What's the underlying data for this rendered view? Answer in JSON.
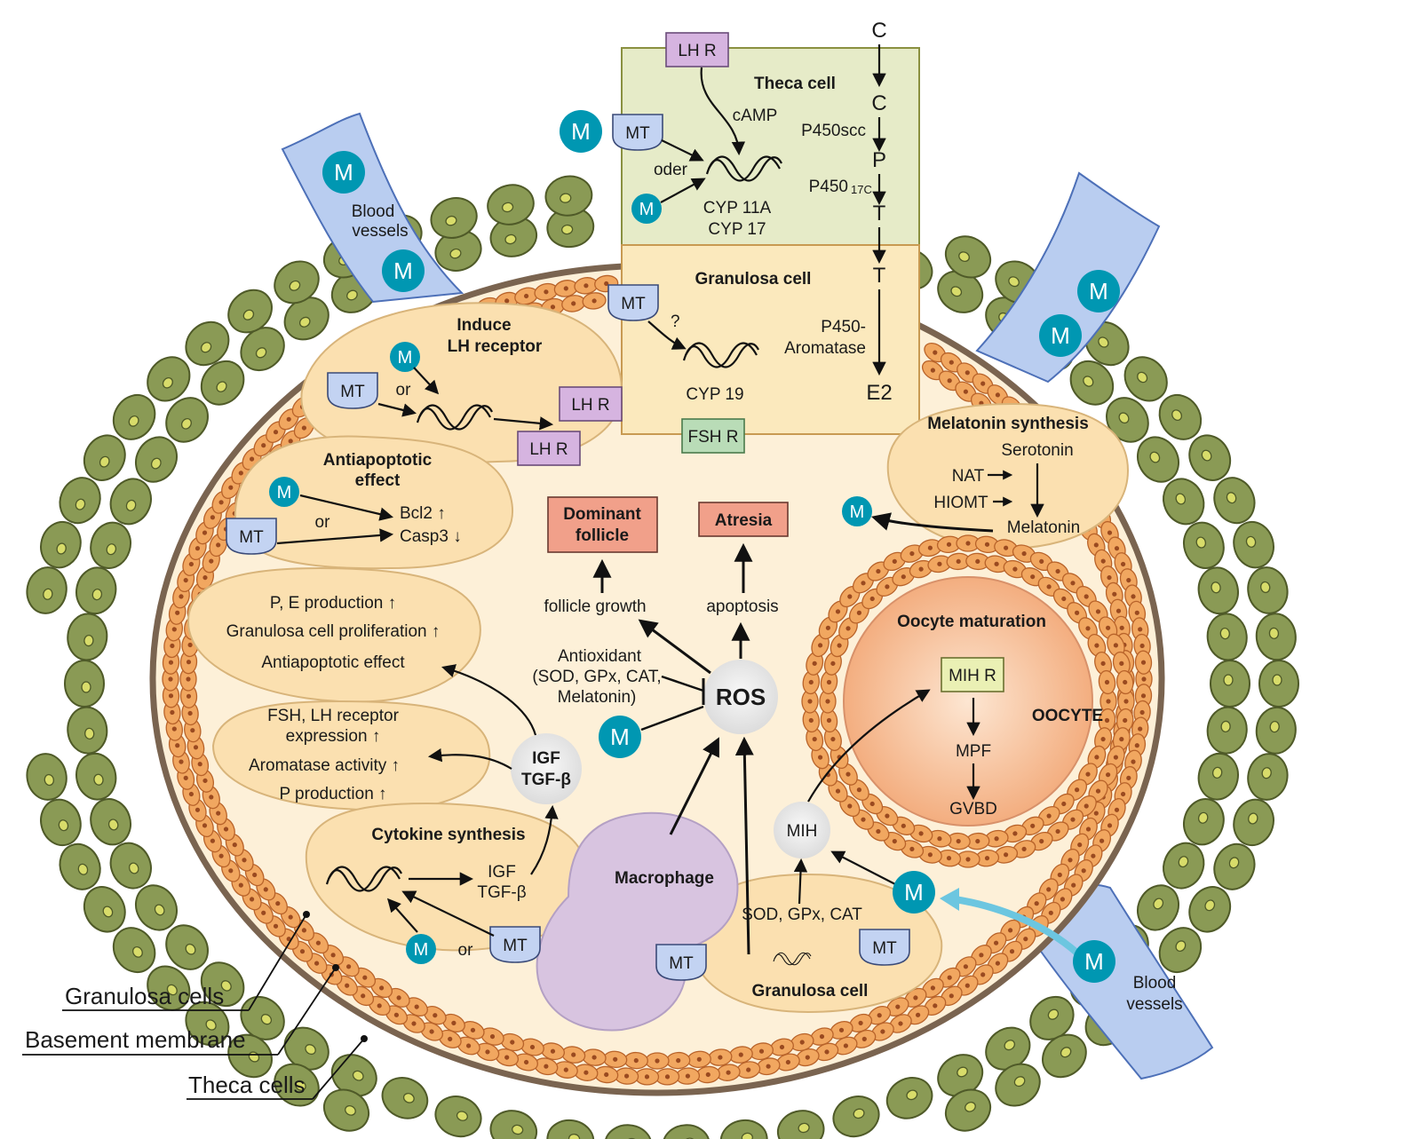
{
  "colors": {
    "theca_cell": "#6b7a3a",
    "theca_fill": "#8a9a55",
    "granulosa_fill": "#f1a760",
    "follicle_fill": "#fdf0d8",
    "region_fill": "#fbe0b0",
    "blood_vessel": "#b9cdf0",
    "melatonin": "#0097b2",
    "mt_receptor": "#c3d3f2",
    "lh_receptor": "#d6b4e0",
    "fsh_receptor": "#b9dcb7",
    "mih_receptor": "#eaf0b4",
    "outcome_box": "#f1a08a",
    "ros_circle": "#e8e8e8",
    "macrophage": "#d8c4e0",
    "oocyte": "#f4b890",
    "membrane": "#7a6450"
  },
  "labels": {
    "m": "M",
    "mt": "MT",
    "lh_r": "LH R",
    "fsh_r": "FSH R",
    "mih_r": "MIH R",
    "blood_vessels_1": "Blood",
    "blood_vessels_2": "vessels",
    "theca_cell": "Theca cell",
    "camp": "cAMP",
    "oder": "oder",
    "cyp11a": "CYP 11A",
    "cyp17": "CYP 17",
    "steroid_c1": "C",
    "steroid_c2": "C",
    "steroid_p": "P",
    "steroid_t1": "T",
    "steroid_t2": "T",
    "steroid_e2": "E2",
    "p450scc": "P450scc",
    "p450_17c_main": "P450",
    "p450_17c_sub": "17C",
    "granulosa_cell_top": "Granulosa cell",
    "question": "?",
    "cyp19": "CYP 19",
    "p450_arom_1": "P450-",
    "p450_arom_2": "Aromatase",
    "induce_1": "Induce",
    "induce_2": "LH receptor",
    "or": "or",
    "antiapop_1": "Antiapoptotic",
    "antiapop_2": "effect",
    "bcl2": "Bcl2 ↑",
    "casp3": "Casp3 ↓",
    "pe_production": "P, E production ↑",
    "gc_proliferation": "Granulosa cell proliferation ↑",
    "antiapop_effect": "Antiapoptotic effect",
    "fsh_lh_1": "FSH, LH receptor",
    "fsh_lh_2": "expression ↑",
    "aromatase_activity": "Aromatase activity ↑",
    "p_production": "P production ↑",
    "cytokine_synthesis": "Cytokine synthesis",
    "igf": "IGF",
    "tgf": "TGF-β",
    "dominant_1": "Dominant",
    "dominant_2": "follicle",
    "atresia": "Atresia",
    "follicle_growth": "follicle growth",
    "apoptosis": "apoptosis",
    "antiox_1": "Antioxidant",
    "antiox_2": "(SOD, GPx, CAT,",
    "antiox_3": "Melatonin)",
    "ros": "ROS",
    "macrophage": "Macrophage",
    "sod_gpx_cat": "SOD, GPx, CAT",
    "granulosa_cell_bottom": "Granulosa cell",
    "mih": "MIH",
    "melatonin_synthesis": "Melatonin synthesis",
    "serotonin": "Serotonin",
    "nat": "NAT",
    "hiomt": "HIOMT",
    "melatonin": "Melatonin",
    "oocyte_maturation": "Oocyte maturation",
    "oocyte": "OOCYTE",
    "mpf": "MPF",
    "gvbd": "GVBD",
    "granulosa_cells_leader": "Granulosa cells",
    "basement_membrane_leader": "Basement membrane",
    "theca_cells_leader": "Theca cells"
  }
}
